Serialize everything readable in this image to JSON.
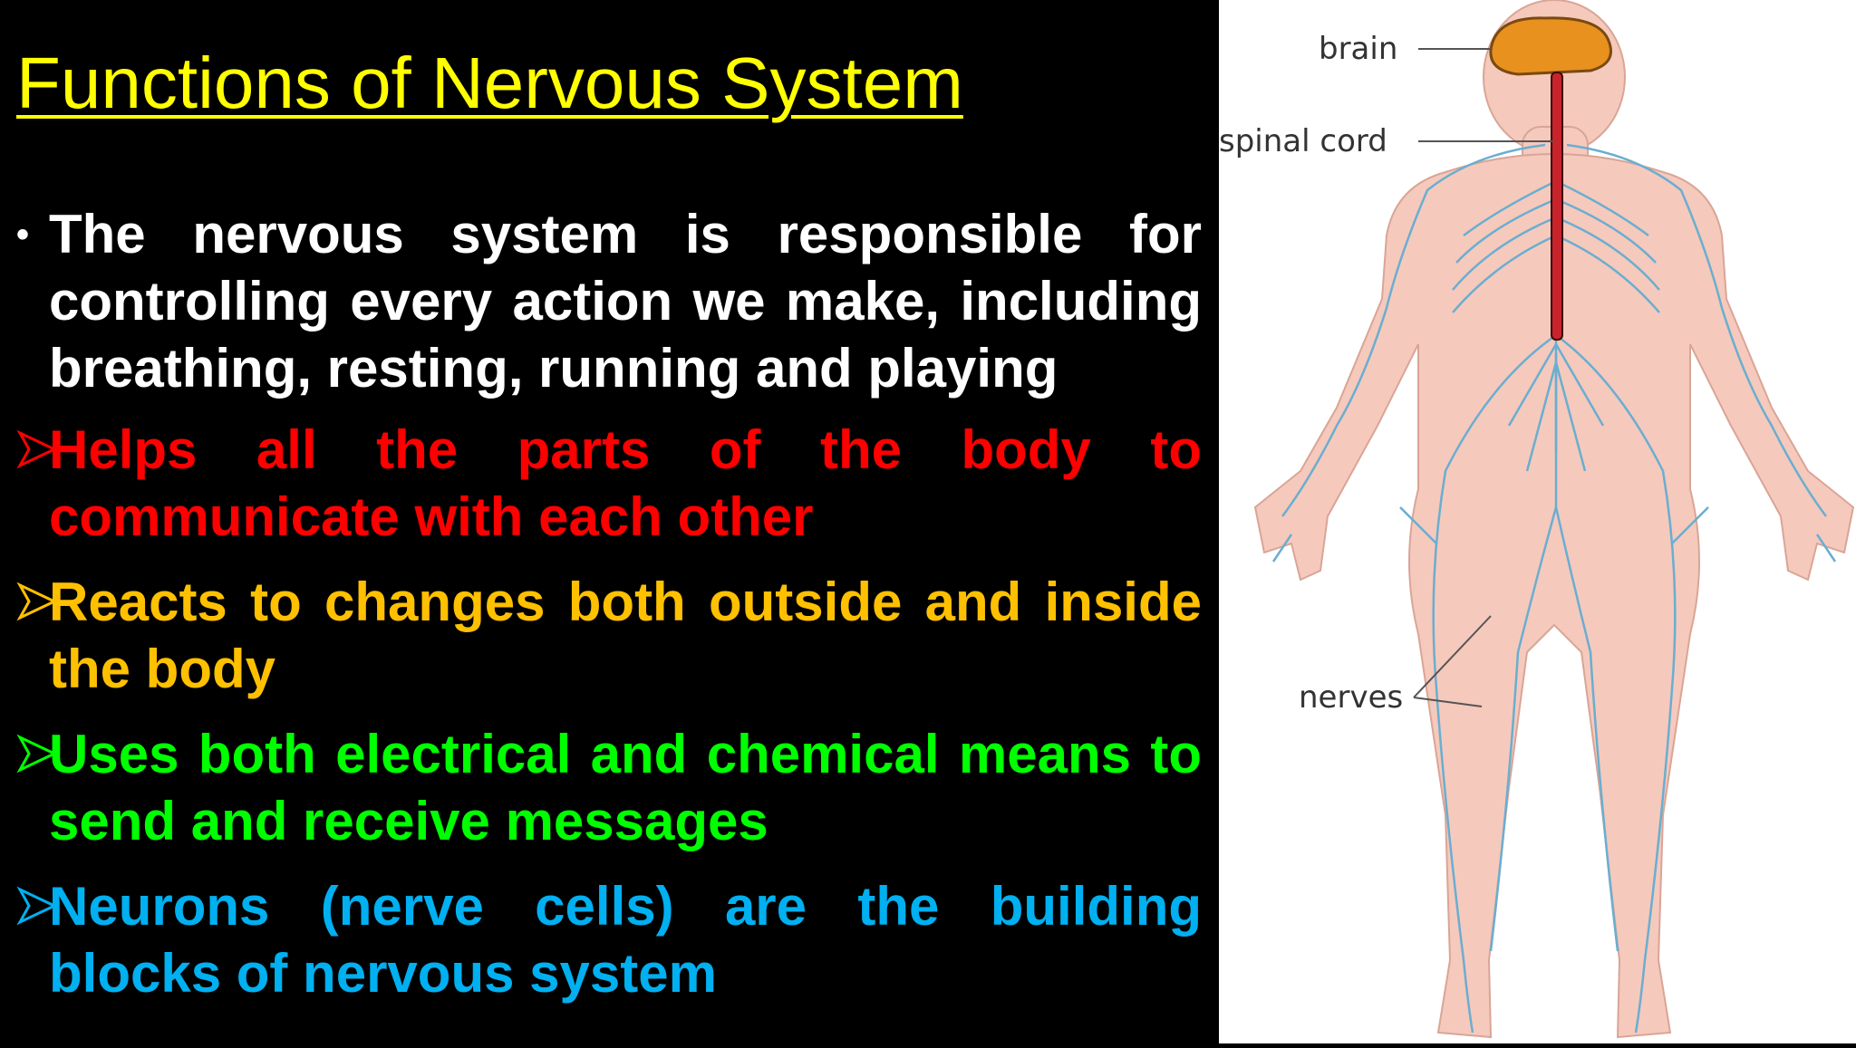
{
  "slide": {
    "title": "Functions of Nervous System",
    "title_color": "#ffff00",
    "background": "#000000",
    "bullets": [
      {
        "marker": "dot-icon",
        "text": "The nervous system is responsible for controlling every action we make, including breathing, resting, running and playing",
        "color": "#ffffff"
      },
      {
        "marker": "arrow-icon",
        "text": "Helps all the parts of the body to communicate with each other",
        "color": "#ff0000"
      },
      {
        "marker": "arrow-icon",
        "text": "Reacts to changes both outside and inside the body",
        "color": "#ffc000"
      },
      {
        "marker": "arrow-icon",
        "text": "Uses both electrical and chemical means to send and receive messages",
        "color": "#00ff00"
      },
      {
        "marker": "arrow-icon",
        "text": "Neurons (nerve cells) are the building blocks of nervous system",
        "color": "#00b0f0"
      }
    ]
  },
  "figure": {
    "labels": {
      "brain": "brain",
      "spinal_cord": "spinal cord",
      "nerves": "nerves"
    },
    "colors": {
      "skin": "#f6c9bd",
      "brain": "#e8911f",
      "spinal_cord": "#c8242b",
      "nerves": "#6aaed0"
    }
  }
}
